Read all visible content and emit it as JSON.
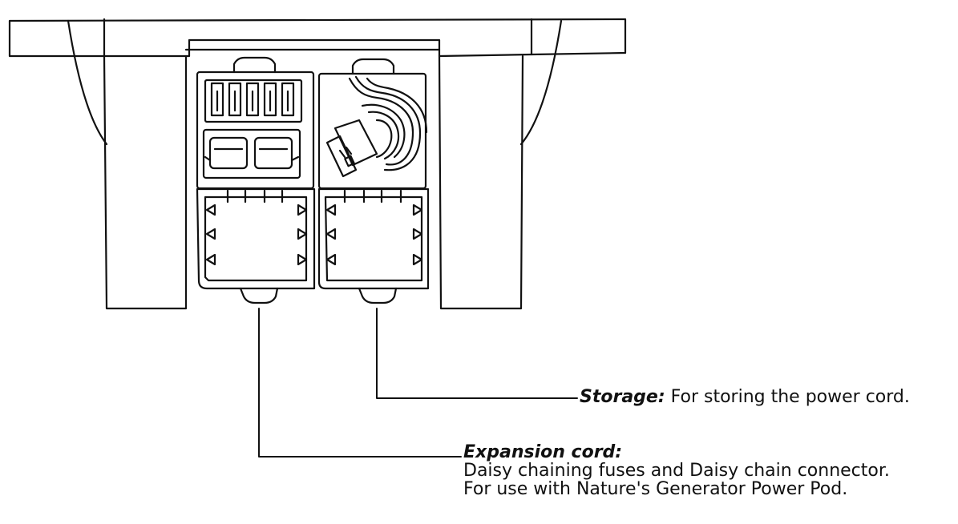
{
  "callouts": {
    "storage": {
      "title": "Storage:",
      "text": " For storing the power cord."
    },
    "expansion": {
      "title": "Expansion cord:",
      "line1": "Daisy chaining fuses and Daisy chain connector.",
      "line2": "For use with Nature's Generator Power Pod."
    }
  },
  "colors": {
    "stroke": "#111111",
    "background": "#ffffff"
  }
}
